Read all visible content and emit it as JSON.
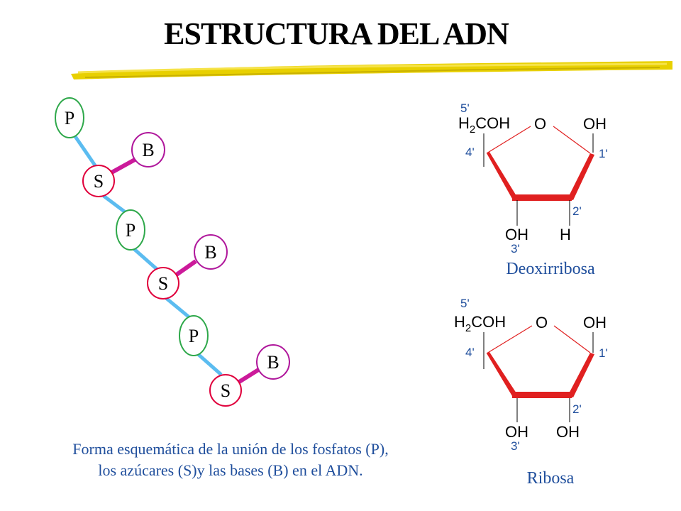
{
  "title": "ESTRUCTURA DEL ADN",
  "chain": {
    "phosphate_label": "P",
    "sugar_label": "S",
    "base_label": "B",
    "colors": {
      "phosphate": "#2ea84a",
      "sugar": "#e0003c",
      "base": "#b0189c",
      "backbone": "#5bbcf0",
      "glycosidic": "#cc1a9a"
    }
  },
  "caption": {
    "line1": "Forma esquemática de la unión de los fosfatos (P),",
    "line2": "los azúcares (S)y las bases (B) en el ADN."
  },
  "deoxyribose": {
    "name": "Deoxirribosa",
    "c5": "5'",
    "h2coh_h": "H",
    "h2coh_sub": "2",
    "h2coh_rest": "COH",
    "ring_o": "O",
    "c1_oh": "OH",
    "c4": "4'",
    "c1": "1'",
    "c2": "2'",
    "c3_oh": "OH",
    "c2_sub": "H",
    "c3": "3'"
  },
  "ribose": {
    "name": "Ribosa",
    "c5": "5'",
    "h2coh_h": "H",
    "h2coh_sub": "2",
    "h2coh_rest": "COH",
    "ring_o": "O",
    "c1_oh": "OH",
    "c4": "4'",
    "c1": "1'",
    "c2": "2'",
    "c3_oh": "OH",
    "c2_sub": "OH",
    "c3": "3'"
  }
}
